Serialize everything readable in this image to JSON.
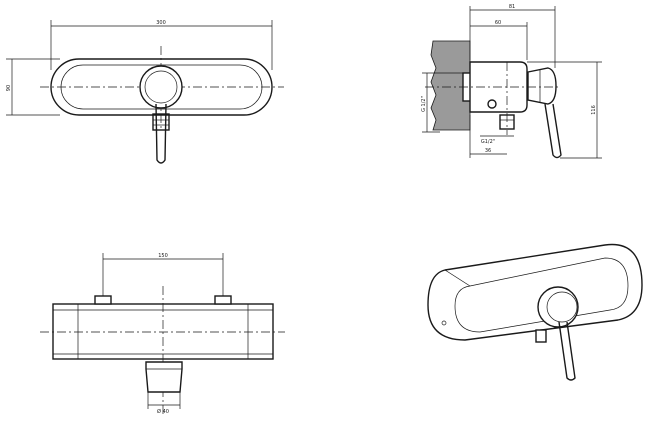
{
  "dimensions": {
    "front_width": "300",
    "front_height": "90",
    "side_depth": "81",
    "side_inner": "60",
    "side_height": "116",
    "side_thread": "G 1/2\"",
    "side_outlet": "G1/2\"",
    "side_outlet_offset": "36",
    "bottom_spacing": "150",
    "bottom_outlet": "Ø 40"
  }
}
